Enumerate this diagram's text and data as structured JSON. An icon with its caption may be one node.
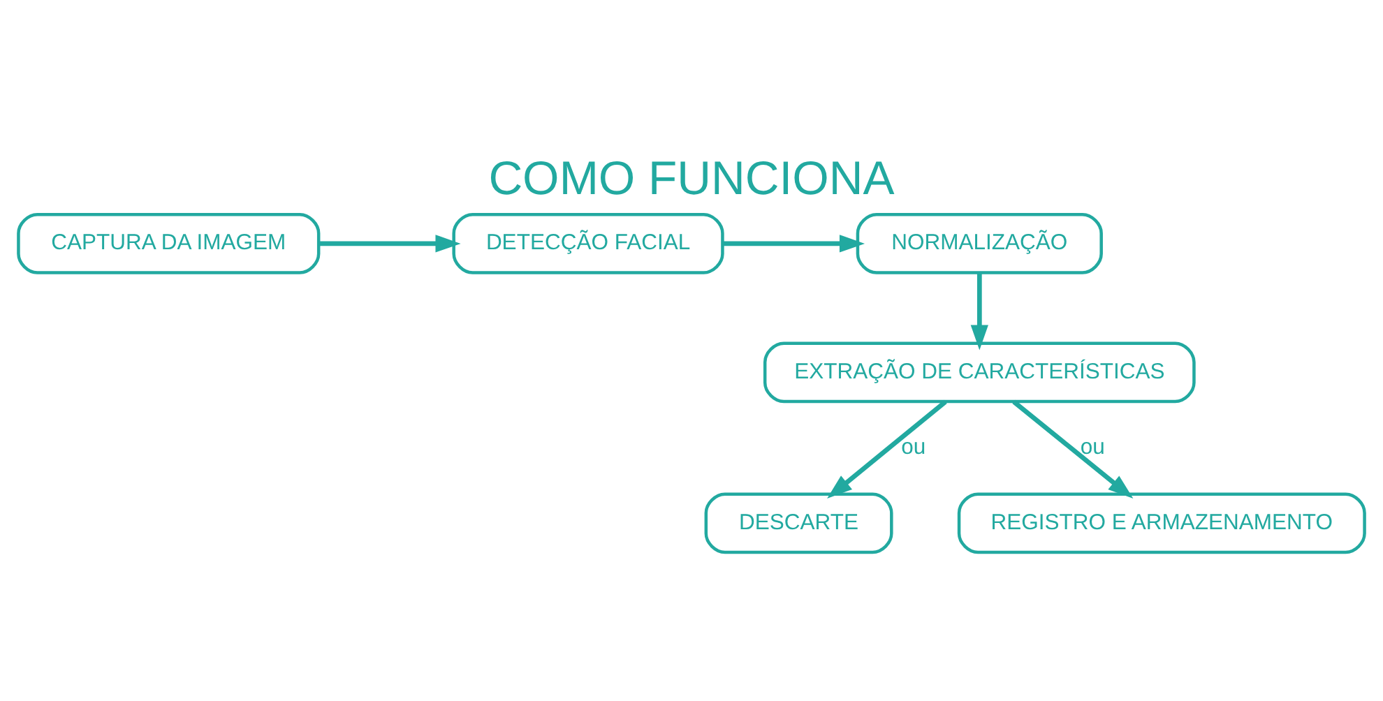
{
  "diagram": {
    "title": "COMO FUNCIONA",
    "nodes": [
      {
        "text": [
          "CAPTURA DA IMAGEM"
        ]
      },
      {
        "text": [
          "DETECÇÃO FACIAL"
        ]
      },
      {
        "text": [
          "NORMALIZAÇÃO"
        ]
      },
      {
        "text": [
          "EXTRAÇÃO DE CARACTERÍSTICAS"
        ]
      },
      {
        "text": [
          "DESCARTE"
        ]
      },
      {
        "text": [
          "REGISTRO E ARMAZENAMENTO"
        ]
      }
    ],
    "edges": [
      {
        "from": 0,
        "to": 1,
        "arrow": "to"
      },
      {
        "from": 1,
        "to": 2,
        "arrow": "to"
      },
      {
        "from": 2,
        "to": 3,
        "arrow": "to"
      },
      {
        "from": 3,
        "to": 4,
        "arrow": "to",
        "label": "ou"
      },
      {
        "from": 3,
        "to": 5,
        "arrow": "to",
        "label": "ou"
      }
    ]
  }
}
